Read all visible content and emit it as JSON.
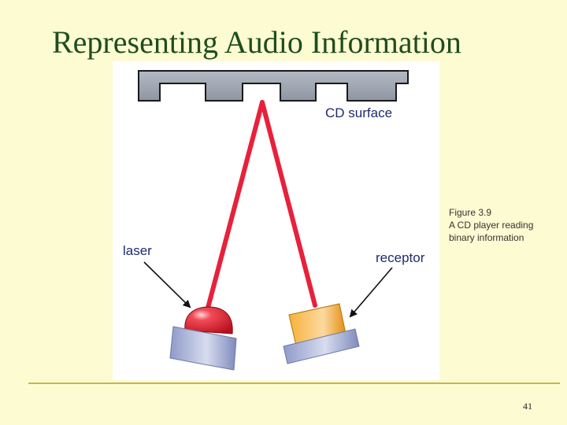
{
  "slide": {
    "title": "Representing Audio Information",
    "page_number": "41"
  },
  "figure": {
    "label_cd_surface": "CD surface",
    "label_laser": "laser",
    "label_receptor": "receptor",
    "colors": {
      "beam": "#e8213a",
      "cd_surface": "#9aa2ad",
      "laser_dome": "#e21b2b",
      "receptor_block": "#f09a18",
      "base": "#a9b3d6",
      "label_text": "#1f2a6e"
    }
  },
  "caption": {
    "line1": "Figure 3.9",
    "line2": "A CD player reading",
    "line3": "binary information"
  }
}
